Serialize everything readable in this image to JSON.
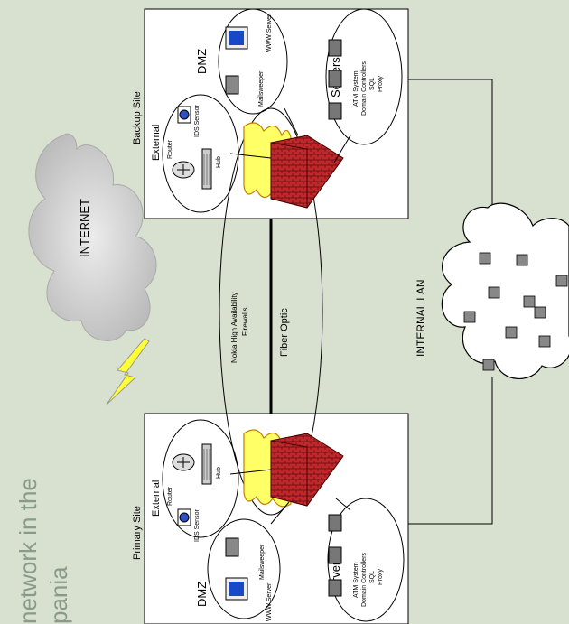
{
  "labels": {
    "internet": "INTERNET",
    "internal_lan": "INTERNAL LAN",
    "fiber_optic": "Fiber Optic",
    "firewalls_line1": "Nokia High Availability",
    "firewalls_line2": "Firewalls",
    "side_line1": "network in the",
    "side_line2": "pania"
  },
  "backup_site": {
    "title": "Backup Site",
    "external": "External",
    "router": "Router",
    "ids_sensor": "IDS Sensor",
    "hub": "Hub",
    "dmz": "DMZ",
    "mailsweeper": "Mailsweeper",
    "www_server": "WWW Server",
    "servers": "Servers",
    "srv1": "ATM System",
    "srv2": "Domain Controllers",
    "srv3": "SQL",
    "srv4": "Proxy"
  },
  "primary_site": {
    "title": "Primary Site",
    "external": "External",
    "router": "Router",
    "ids_sensor": "IDS Sensor",
    "hub": "Hub",
    "dmz": "DMZ",
    "mailsweeper": "Mailsweeper",
    "www_server": "WWW Server",
    "servers": "Servers",
    "srv1": "ATM System",
    "srv2": "Domain Controllers",
    "srv3": "SQL",
    "srv4": "Proxy"
  },
  "colors": {
    "background": "#d8e0cf",
    "cloud": "#c4c4c4",
    "firewall_brick": "#c0282c",
    "flame": "#ffff66",
    "lightning": "#ffff33"
  }
}
